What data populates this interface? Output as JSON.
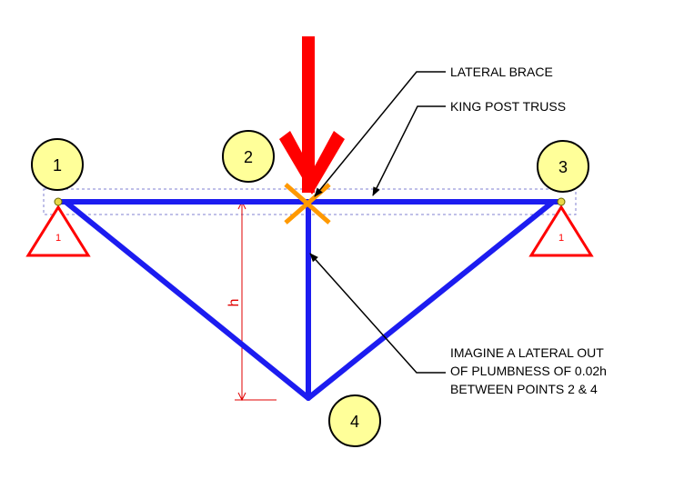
{
  "nodes": [
    {
      "id": "node-1",
      "label": "1"
    },
    {
      "id": "node-2",
      "label": "2"
    },
    {
      "id": "node-3",
      "label": "3"
    },
    {
      "id": "node-4",
      "label": "4"
    }
  ],
  "supports": [
    {
      "id": "support-left",
      "label": "1"
    },
    {
      "id": "support-right",
      "label": "1"
    }
  ],
  "dimension": {
    "label": "h"
  },
  "callouts": {
    "lateral_brace": "LATERAL BRACE",
    "king_post_truss": "KING POST TRUSS",
    "imagine_lines": [
      "IMAGINE A LATERAL OUT",
      "OF PLUMBNESS OF 0.02h",
      "BETWEEN POINTS 2 & 4"
    ]
  },
  "colors": {
    "member": "#1c1cf0",
    "load_arrow": "#ff0000",
    "brace_mark": "#ff9900",
    "node_fill": "#ffff99",
    "support": "#ff0000",
    "dimension": "#e00000",
    "support_dot": "#e8d84a"
  },
  "icons": {
    "load": "down-arrow-icon",
    "brace": "x-mark-icon",
    "support": "triangle-support-icon"
  }
}
